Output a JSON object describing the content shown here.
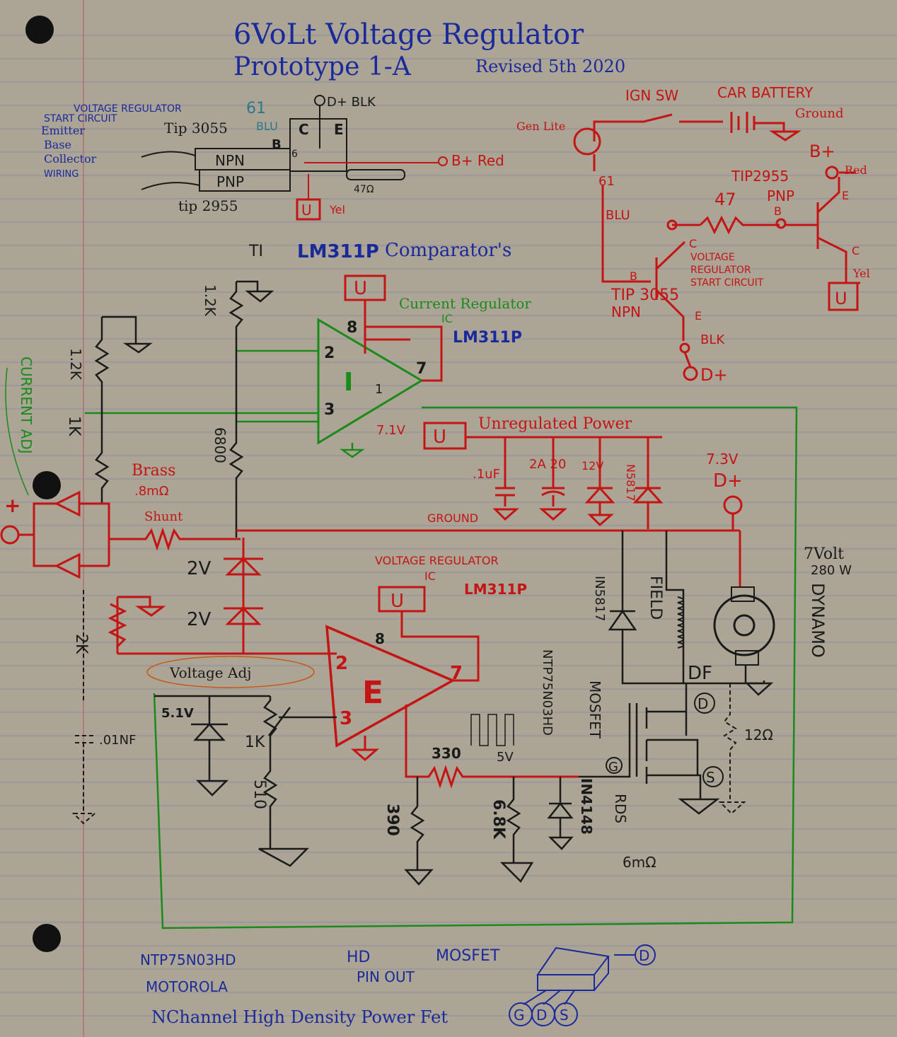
{
  "colors": {
    "paper": "#aca596",
    "rule": "#8b8aa0",
    "margin": "#b07070",
    "red": "#c41414",
    "blue": "#1a2a9a",
    "green": "#1a8a1a",
    "black": "#1a1a1a",
    "teal": "#2a7a8a"
  },
  "title": {
    "line1": "6VoLt Voltage Regulator",
    "line2": "Prototype 1-A",
    "revised": "Revised 5th 2020"
  },
  "wiring": {
    "heading": "VOLTAGE REGULATOR",
    "sub": "START CIRCUIT",
    "line_emitter": "Emitter",
    "line_base": "Base",
    "line_collector": "Collector",
    "line_wiring": "WIRING",
    "tip3055": "Tip 3055",
    "tip2955": "tip 2955",
    "npn": "NPN",
    "pnp": "PNP",
    "t61": "61",
    "blu": "BLU",
    "pin_b": "B",
    "pin_c": "C",
    "pin_e": "E",
    "pin_6": "6",
    "dplus_blk": "D+ BLK",
    "bplus_red": "B+ Red",
    "r47": "47Ω",
    "u": "U",
    "yel": "Yel"
  },
  "top_right": {
    "ign_sw": "IGN SW",
    "car_battery": "CAR BATTERY",
    "ground": "Ground",
    "bplus": "B+",
    "gen_lite": "Gen Lite",
    "t61": "61",
    "blu": "BLU",
    "tip2955": "TIP2955",
    "pnp": "PNP",
    "r47": "47",
    "red": "Red",
    "pin_e": "E",
    "pin_b": "B",
    "pin_c": "C",
    "start_line1": "VOLTAGE",
    "start_line2": "REGULATOR",
    "start_line3": "START CIRCUIT",
    "yel": "Yel",
    "u": "U",
    "cur_reg": "Current Regulator",
    "ic": "IC",
    "tip3055": "TIP 3055",
    "npn": "NPN",
    "blk": "BLK",
    "dplus": "D+"
  },
  "comparator": {
    "ti": "TI",
    "part": "LM311P",
    "word": "Comparator's",
    "u_top": "U",
    "pin8": "8",
    "pin2": "2",
    "pin3": "3",
    "pin7": "7",
    "pin1": "1",
    "mark_i": "I",
    "lm311p": "LM311P",
    "v71": "7.1V"
  },
  "left_side": {
    "r12k_a": "1.2K",
    "r12k_b": "1.2K",
    "r1k": "1K",
    "r6800": "6800",
    "current_adj": "CURRENT ADJ",
    "brass": "Brass",
    "mohm": ".8mΩ",
    "shunt": "Shunt",
    "plus": "+",
    "r2k": "2K",
    "c01": ".01NF",
    "v2a": "2V",
    "v2b": "2V"
  },
  "power": {
    "u": "U",
    "unreg": "Unregulated Power",
    "uf": ".1uF",
    "cap2": "2A\n20",
    "v12": "12V",
    "diode": "N5817",
    "ground": "GROUND",
    "v73": "7.3V",
    "dplus": "D+"
  },
  "vreg": {
    "label1": "VOLTAGE REGULATOR",
    "label2": "IC",
    "part": "LM311P",
    "u": "U",
    "pin8": "8",
    "pin2": "2",
    "pin3": "3",
    "pin7": "7",
    "mark_e": "E",
    "vadj": "Voltage Adj",
    "z51": "5.1V",
    "r1k": "1K",
    "r510": "510",
    "r330": "330",
    "v5": "5V",
    "r390": "390",
    "r68k": "6.8K",
    "in4148": "IN4148",
    "ntp": "NTP75N03HD",
    "mosfet": "MOSFET",
    "rds": "RDS",
    "rds_val": "6mΩ",
    "g": "G",
    "s": "S",
    "d": "D",
    "df": "DF",
    "r12": "12Ω",
    "field": "FIELD",
    "n5817": "IN5817"
  },
  "dynamo": {
    "rating1": "7Volt",
    "rating2": "280 W",
    "word": "DYNAMO"
  },
  "bottom": {
    "part": "NTP75N03HD",
    "maker": "MOTOROLA",
    "desc": "NChannel High Density Power Fet",
    "hd": "HD",
    "pinout": "PIN OUT",
    "mosfet": "MOSFET",
    "g": "G",
    "d": "D",
    "s": "S",
    "d2": "D"
  }
}
